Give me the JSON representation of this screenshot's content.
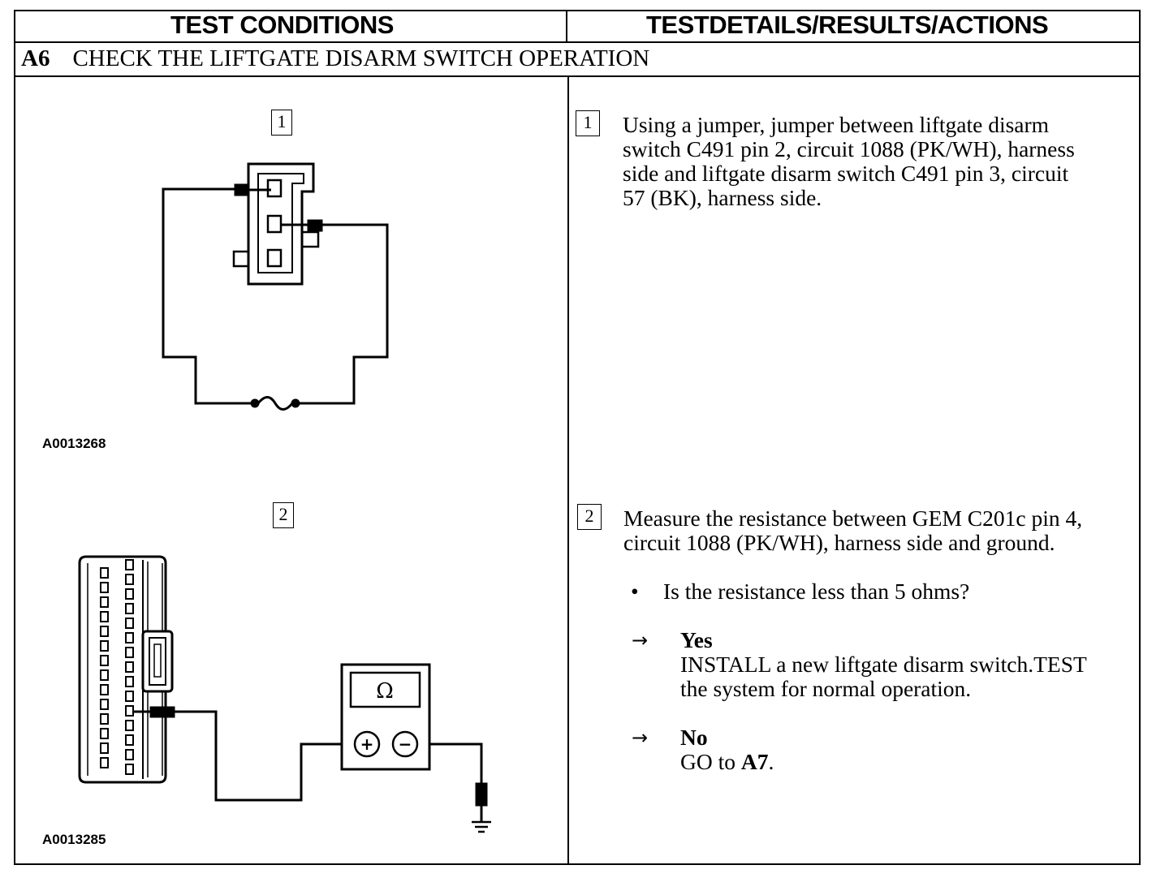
{
  "table": {
    "col_left_header": "TEST CONDITIONS",
    "col_right_header": "TESTDETAILS/RESULTS/ACTIONS"
  },
  "step": {
    "id": "A6",
    "title": "CHECK THE LIFTGATE DISARM SWITCH OPERATION"
  },
  "figures": [
    {
      "step_label": "1",
      "figure_id": "A0013268"
    },
    {
      "step_label": "2",
      "figure_id": "A0013285"
    }
  ],
  "meter_symbol": "Ω",
  "meter_plus": "+",
  "meter_minus": "−",
  "instructions": [
    {
      "step_label": "1",
      "text": "Using a jumper, jumper between liftgate disarm\nswitch C491 pin 2, circuit 1088 (PK/WH), harness\nside and liftgate disarm switch C491 pin 3, circuit\n57 (BK), harness side."
    },
    {
      "step_label": "2",
      "text": "Measure the resistance between GEM C201c pin 4,\ncircuit 1088 (PK/WH), harness side and ground.",
      "bullet": "•",
      "question": "Is the resistance less than 5 ohms?",
      "arrow": "→",
      "yes_label": "Yes",
      "yes_action": "INSTALL a new liftgate disarm switch.TEST\nthe system for normal operation.",
      "no_label": "No",
      "no_action_prefix": "GO to ",
      "no_action_target": "A7",
      "no_action_suffix": "."
    }
  ]
}
